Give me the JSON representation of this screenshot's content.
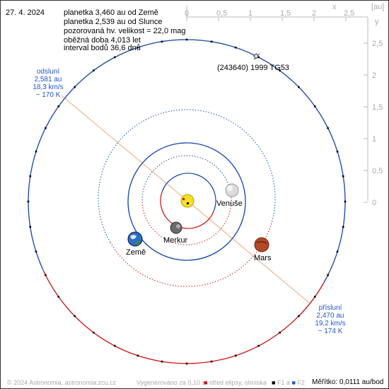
{
  "header": {
    "date": "27. 4. 2024",
    "lines": [
      "planetka 3,460 au od Země",
      "planetka 2,539 au od Slunce",
      "pozorovaná hv. velikost = 22,0 mag",
      "oběžná doba 4,013 let",
      "interval bodů 36,6 dnů"
    ]
  },
  "axis": {
    "unit": "[au]",
    "x_label": "x",
    "y_label": "y",
    "x_ticks": [
      "0",
      "0,5",
      "1",
      "1,5",
      "2",
      "2,5"
    ],
    "y_ticks": [
      "2,5",
      "2",
      "1,5",
      "1",
      "0,5",
      "0"
    ]
  },
  "asteroid_label": "(243640) 1999 TG53",
  "aphelion": {
    "title": "odsluní",
    "dist": "2,581 au",
    "speed": "18,3 km/s",
    "temp": "~ 170 K"
  },
  "perihelion": {
    "title": "přísluní",
    "dist": "2,470 au",
    "speed": "19,2 km/s",
    "temp": "~ 174 K"
  },
  "planets": {
    "venus": "Venuše",
    "mercury": "Merkur",
    "earth": "Země",
    "mars": "Mars"
  },
  "footer": {
    "copyright": "© 2024 Astronomia, astronomia.zcu.cz",
    "generated": "Vygenerováno za 0,10 s",
    "legend_center": "střed elipsy, ohniska",
    "f1": "F1 a",
    "f2": "F2",
    "scale": "Měřítko: 0,0111 au/bod"
  },
  "colors": {
    "above": "#1144aa",
    "below": "#cc1111",
    "apsides": "#f0a878"
  }
}
